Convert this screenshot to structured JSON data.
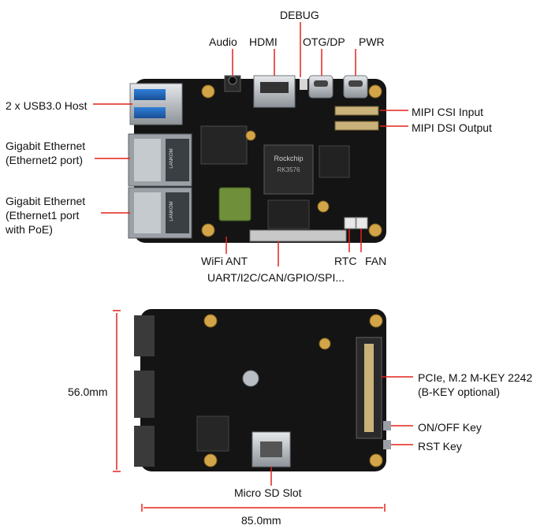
{
  "labels": {
    "debug": "DEBUG",
    "audio": "Audio",
    "hdmi": "HDMI",
    "otg_dp": "OTG/DP",
    "pwr": "PWR",
    "usb": "2 x USB3.0 Host",
    "eth2": [
      "Gigabit Ethernet",
      "(Ethernet2 port)"
    ],
    "eth1": [
      "Gigabit Ethernet",
      "(Ethernet1 port",
      "with PoE)"
    ],
    "mipi_csi": "MIPI CSI Input",
    "mipi_dsi": "MIPI DSI Output",
    "wifi_ant": "WiFi ANT",
    "rtc": "RTC",
    "fan": "FAN",
    "gpio": "UART/I2C/CAN/GPIO/SPI...",
    "pcie": [
      "PCIe, M.2 M-KEY 2242",
      "(B-KEY optional)"
    ],
    "onoff": "ON/OFF Key",
    "rst": "RST Key",
    "microsd": "Micro SD Slot"
  },
  "dimensions": {
    "height": "56.0mm",
    "width": "85.0mm"
  },
  "board_text": {
    "soc_brand": "Rockchip",
    "soc_model": "RK3576",
    "eth_chip_brand": "LANKOM"
  },
  "colors": {
    "pointer": "#e2231a",
    "pcb": "#141414",
    "gold": "#d4a548",
    "metal": "#b9bec4"
  }
}
